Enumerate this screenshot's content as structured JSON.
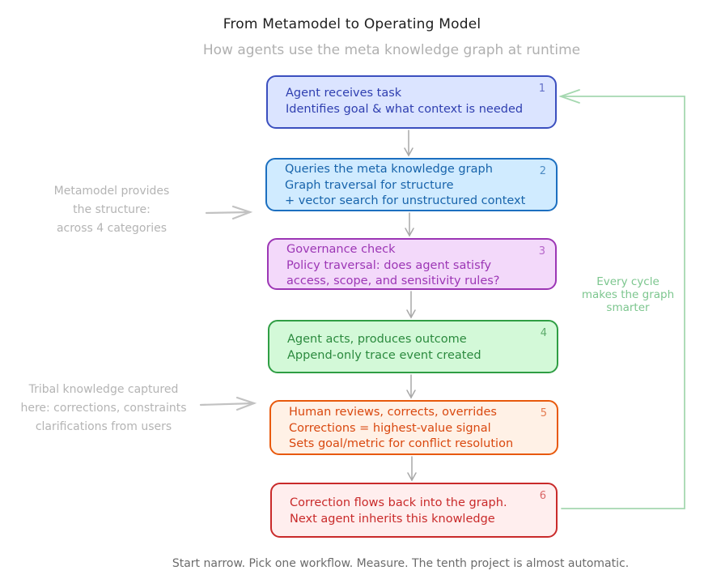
{
  "header": {
    "title": "From Metamodel to Operating Model",
    "subtitle": "How agents use the meta knowledge graph at runtime"
  },
  "steps": [
    {
      "number": "1",
      "color": "blue",
      "lines": [
        "Agent receives task",
        "Identifies goal & what context is needed"
      ]
    },
    {
      "number": "2",
      "color": "light-blue",
      "lines": [
        "Queries the meta knowledge graph",
        "Graph traversal for structure",
        "+ vector search for unstructured context"
      ]
    },
    {
      "number": "3",
      "color": "purple",
      "lines": [
        "Governance check",
        "Policy traversal: does agent satisfy",
        "access, scope, and sensitivity rules?"
      ]
    },
    {
      "number": "4",
      "color": "green",
      "lines": [
        "Agent acts, produces outcome",
        "Append-only trace event created"
      ]
    },
    {
      "number": "5",
      "color": "orange",
      "lines": [
        "Human reviews, corrects, overrides",
        "Corrections = highest-value signal",
        "Sets goal/metric for conflict resolution"
      ]
    },
    {
      "number": "6",
      "color": "red",
      "lines": [
        "Correction flows back into the graph.",
        "Next agent inherits this knowledge"
      ]
    }
  ],
  "annotations": {
    "metamodel_note": [
      "Metamodel provides",
      "the structure:",
      "across 4 categories"
    ],
    "tribal_note": [
      "Tribal knowledge captured",
      "here: corrections, constraints",
      "clarifications from users"
    ],
    "loop_note": [
      "Every cycle",
      "makes the graph",
      "smarter"
    ]
  },
  "footer": {
    "text": "Start narrow. Pick one workflow. Measure. The tenth project is almost automatic."
  },
  "colors": {
    "connector_arrow": "#a8a8a8",
    "side_arrow": "#c0c0c0",
    "feedback_loop": "#a5d8b0"
  }
}
